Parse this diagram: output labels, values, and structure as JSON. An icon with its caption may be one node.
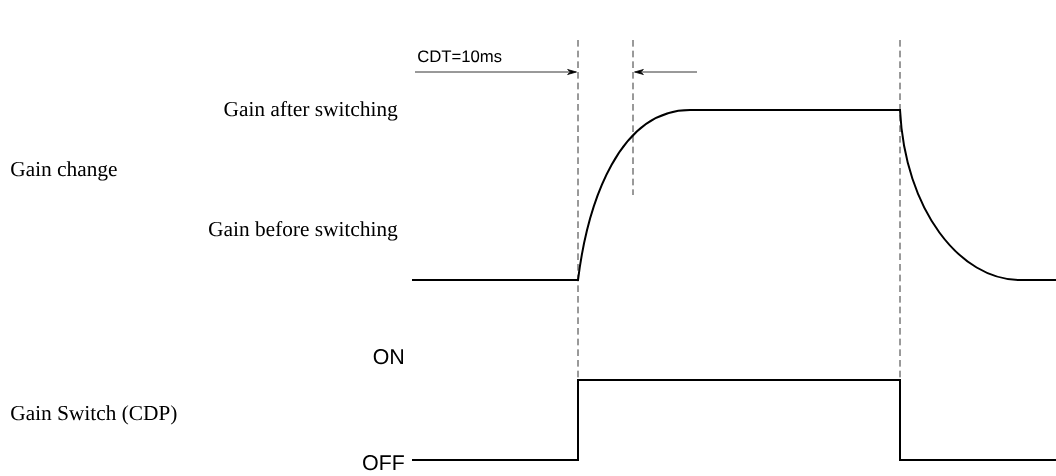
{
  "diagram": {
    "labels": [
      "CDT=10ms",
      "Gain after switching",
      "Gain change",
      "Gain before switching",
      "ON",
      "Gain Switch (CDP)",
      "OFF"
    ]
  }
}
